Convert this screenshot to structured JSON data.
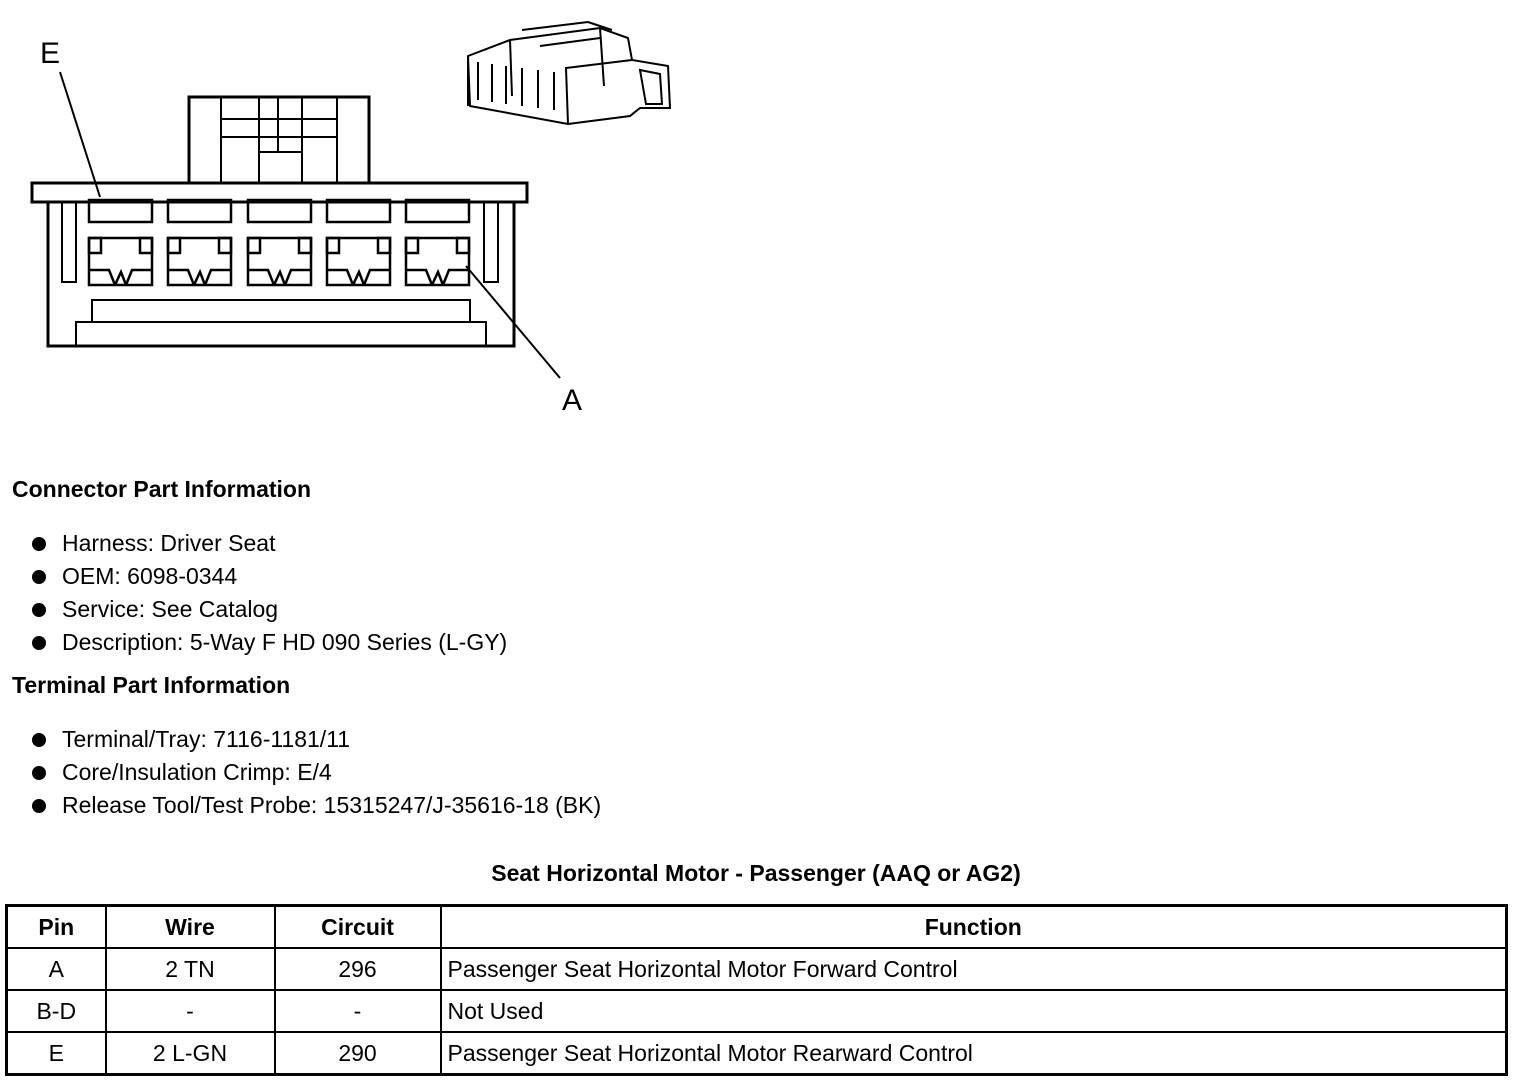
{
  "diagram": {
    "pin_label_e": "E",
    "pin_label_a": "A"
  },
  "connector_info": {
    "heading": "Connector Part Information",
    "items": [
      "Harness: Driver Seat",
      "OEM: 6098-0344",
      "Service: See Catalog",
      "Description: 5-Way F HD 090 Series (L-GY)"
    ]
  },
  "terminal_info": {
    "heading": "Terminal Part Information",
    "items": [
      "Terminal/Tray: 7116-1181/11",
      "Core/Insulation Crimp: E/4",
      "Release Tool/Test Probe: 15315247/J-35616-18 (BK)"
    ]
  },
  "pin_table": {
    "title": "Seat Horizontal Motor - Passenger (AAQ or AG2)",
    "headers": [
      "Pin",
      "Wire",
      "Circuit",
      "Function"
    ],
    "rows": [
      [
        "A",
        "2 TN",
        "296",
        "Passenger Seat Horizontal Motor Forward Control"
      ],
      [
        "B-D",
        "-",
        "-",
        "Not Used"
      ],
      [
        "E",
        "2 L-GN",
        "290",
        "Passenger Seat Horizontal Motor Rearward Control"
      ]
    ]
  }
}
